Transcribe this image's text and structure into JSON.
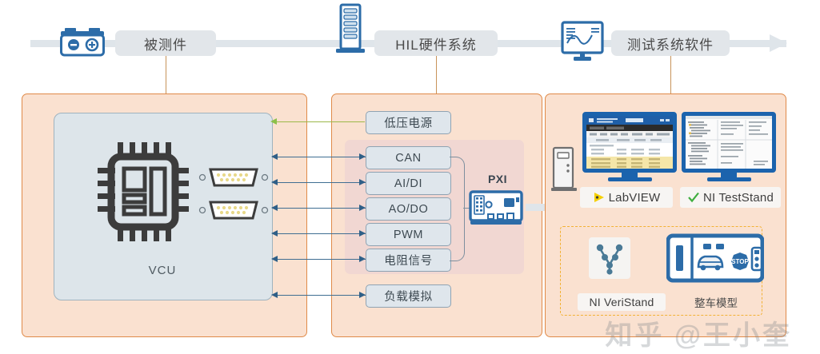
{
  "diagram": {
    "title_flow": [
      {
        "id": "dut",
        "label": "被测件",
        "icon": "battery-icon"
      },
      {
        "id": "hil",
        "label": "HIL硬件系统",
        "icon": "server-rack-icon"
      },
      {
        "id": "software",
        "label": "测试系统软件",
        "icon": "monitor-waveform-icon"
      }
    ],
    "left_panel": {
      "device_label": "VCU",
      "icons": [
        "microchip-icon",
        "db9-connector-icon",
        "db9-connector-icon"
      ]
    },
    "middle_panel": {
      "power_block": "低压电源",
      "signal_blocks": [
        "CAN",
        "AI/DI",
        "AO/DO",
        "PWM",
        "电阻信号"
      ],
      "load_block": "负载模拟",
      "controller_label": "PXI",
      "controller_icon": "pxi-card-icon"
    },
    "right_panel": {
      "computer_icon": "desktop-tower-icon",
      "monitors": [
        {
          "id": "monitor-labview",
          "content": "spreadsheet-table-view"
        },
        {
          "id": "monitor-teststand",
          "content": "sequence-tree-view"
        }
      ],
      "products": [
        {
          "id": "labview",
          "label": "LabVIEW",
          "icon": "labview-arrow-icon"
        },
        {
          "id": "teststand",
          "label": "NI TestStand",
          "icon": "green-check-icon"
        }
      ],
      "dashed_group": {
        "veristand": {
          "label": "NI VeriStand",
          "icon": "veristand-node-icon"
        },
        "vehicle_model": {
          "label": "整车模型",
          "icon": "vehicle-simulation-icon"
        }
      }
    },
    "watermark": "知乎 @王小奎",
    "colors": {
      "panel_fill": "#fae1d0",
      "panel_border": "#e08a48",
      "block_fill": "#dfe6ec",
      "block_border": "#8fa3b3",
      "pill_fill": "#e2e6ea",
      "flow_bar": "#dfe5ea",
      "icon_blue": "#2c6ca8",
      "arrow_blue": "#2f5f87",
      "power_green": "#9cb84a",
      "pink_zone": "#eed3d3",
      "dashed_yellow": "#f2b134"
    }
  }
}
